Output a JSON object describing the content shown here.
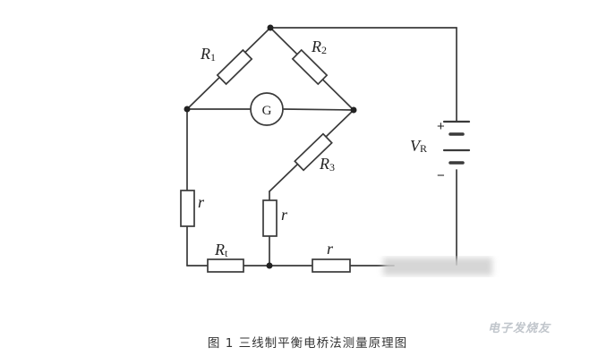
{
  "diagram": {
    "labels": {
      "r1_main": "R",
      "r1_sub": "1",
      "r2_main": "R",
      "r2_sub": "2",
      "r3_main": "R",
      "r3_sub": "3",
      "rt_main": "R",
      "rt_sub": "t",
      "r_left": "r",
      "r_middle": "r",
      "r_bottom": "r",
      "galvanometer": "G",
      "source_main": "V",
      "source_sub": "R",
      "plus": "+",
      "minus": "−"
    }
  },
  "caption": "图 1  三线制平衡电桥法测量原理图",
  "watermark": "电子发烧友"
}
